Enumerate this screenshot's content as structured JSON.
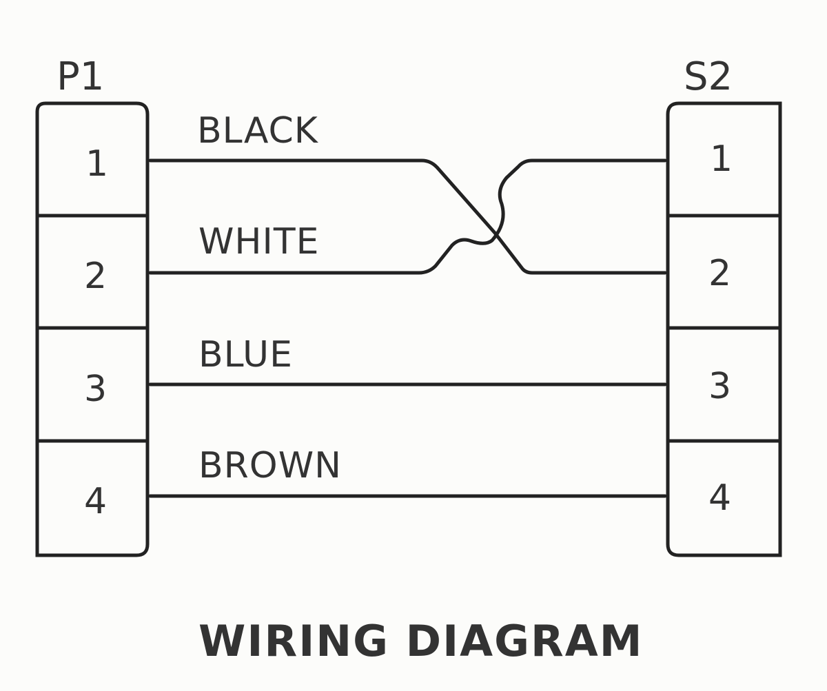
{
  "diagram": {
    "title": "WIRING DIAGRAM",
    "left_connector": {
      "label": "P1",
      "pins": [
        "1",
        "2",
        "3",
        "4"
      ]
    },
    "right_connector": {
      "label": "S2",
      "pins": [
        "1",
        "2",
        "3",
        "4"
      ]
    },
    "wires": [
      {
        "label": "BLACK",
        "from_pin": "1",
        "to_pin": "2"
      },
      {
        "label": "WHITE",
        "from_pin": "2",
        "to_pin": "1"
      },
      {
        "label": "BLUE",
        "from_pin": "3",
        "to_pin": "3"
      },
      {
        "label": "BROWN",
        "from_pin": "4",
        "to_pin": "4"
      }
    ],
    "colors": {
      "line": "#222222",
      "text": "#333333",
      "background": "#fcfcfa"
    }
  }
}
